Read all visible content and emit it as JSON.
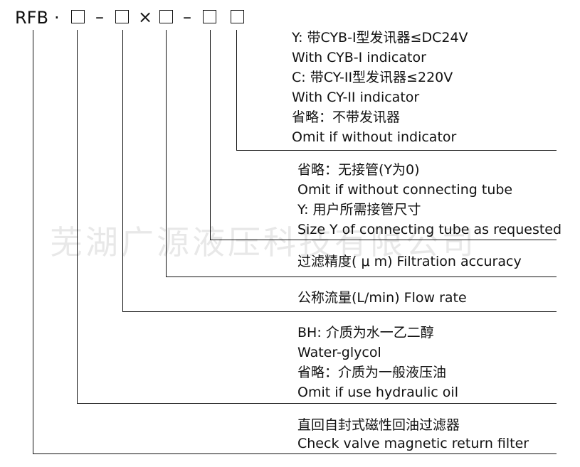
{
  "code": {
    "prefix": "RFB",
    "dot": "·",
    "dash1": "–",
    "times": "×",
    "dash2": "–"
  },
  "watermark": "芜湖广源液压科技有限公司",
  "fields": {
    "indicator": [
      "Y: 带CYB-I型发讯器≤DC24V",
      "With CYB-I indicator",
      "C: 带CY-II型发讯器≤220V",
      "With CY-II indicator",
      "省略：不带发讯器",
      "Omit if without indicator"
    ],
    "connecting_tube": [
      "省略：无接管(Y为0)",
      "Omit if without connecting tube",
      "Y: 用户所需接管尺寸",
      "Size Y of connecting tube as requested"
    ],
    "filtration_accuracy": [
      "过滤精度( μ m) Filtration accuracy"
    ],
    "flow_rate": [
      "公称流量(L/min) Flow rate"
    ],
    "medium": [
      "BH: 介质为水一乙二醇",
      "Water-glycol",
      "省略：介质为一般液压油",
      "Omit if use hydraulic oil"
    ],
    "product": [
      "直回自封式磁性回油过滤器",
      "Check valve magnetic return  filter"
    ]
  }
}
